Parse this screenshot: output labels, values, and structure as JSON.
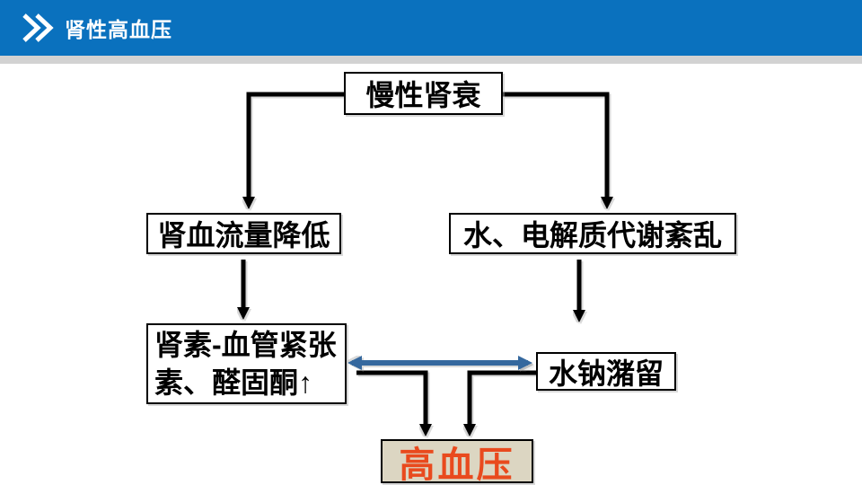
{
  "header": {
    "title": "肾性高血压",
    "bar_color": "#0A71BE",
    "divider_color": "#D2D2D2",
    "text_color": "#FFFFFF"
  },
  "flowchart": {
    "nodes": {
      "chronic_renal_failure": {
        "label": "慢性肾衰"
      },
      "renal_blood_flow_decrease": {
        "label": "肾血流量降低"
      },
      "water_electrolyte_disorder": {
        "label": "水、电解质代谢紊乱"
      },
      "renin_angiotensin_aldosterone": {
        "label": "肾素-血管紧张素、醛固酮↑",
        "lines": [
          "肾素-血管紧张",
          "素、醛固酮↑"
        ]
      },
      "water_sodium_retention": {
        "label": "水钠潴留"
      },
      "hypertension": {
        "label": "高血压",
        "text_color": "#E94A1E",
        "fill_color": "#DCD6C2"
      }
    },
    "connector_colors": {
      "single_arrows": "#000000",
      "double_arrow": "#35689E"
    }
  }
}
